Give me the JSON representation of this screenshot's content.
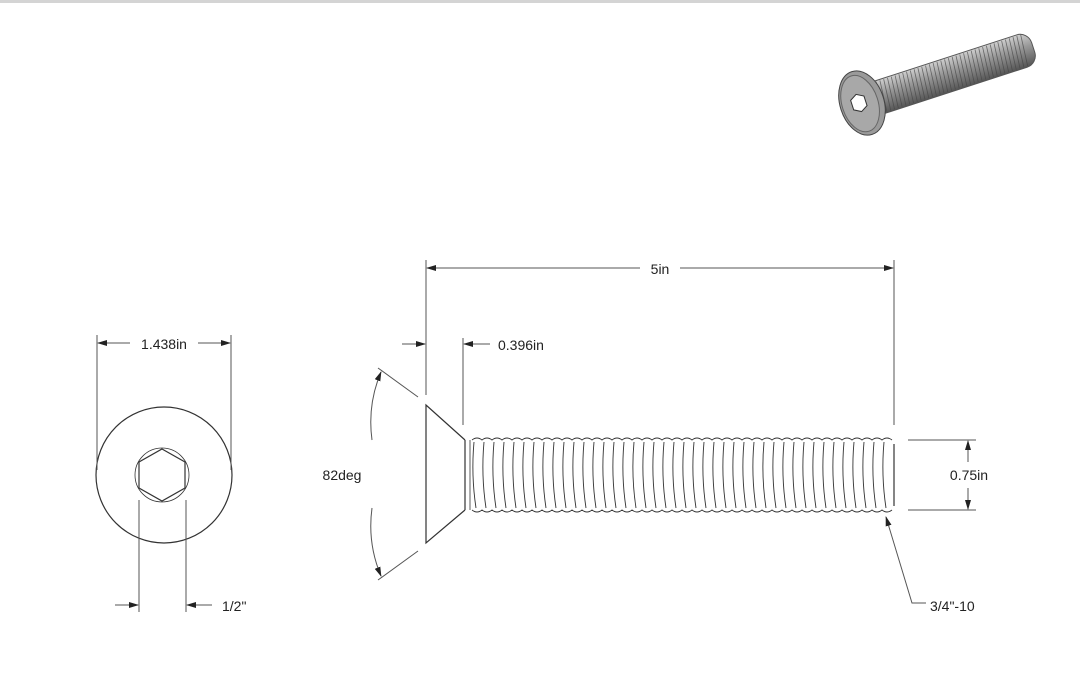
{
  "drawing": {
    "front_view": {
      "head_diameter": "1.438in",
      "hex_size": "1/2\""
    },
    "side_view": {
      "length": "5in",
      "head_height": "0.396in",
      "head_angle": "82deg",
      "shank_diameter": "0.75in",
      "thread_callout": "3/4\"-10"
    }
  },
  "colors": {
    "line": "#333333",
    "dim": "#555555",
    "bolt_3d": "#8a8a8a"
  }
}
